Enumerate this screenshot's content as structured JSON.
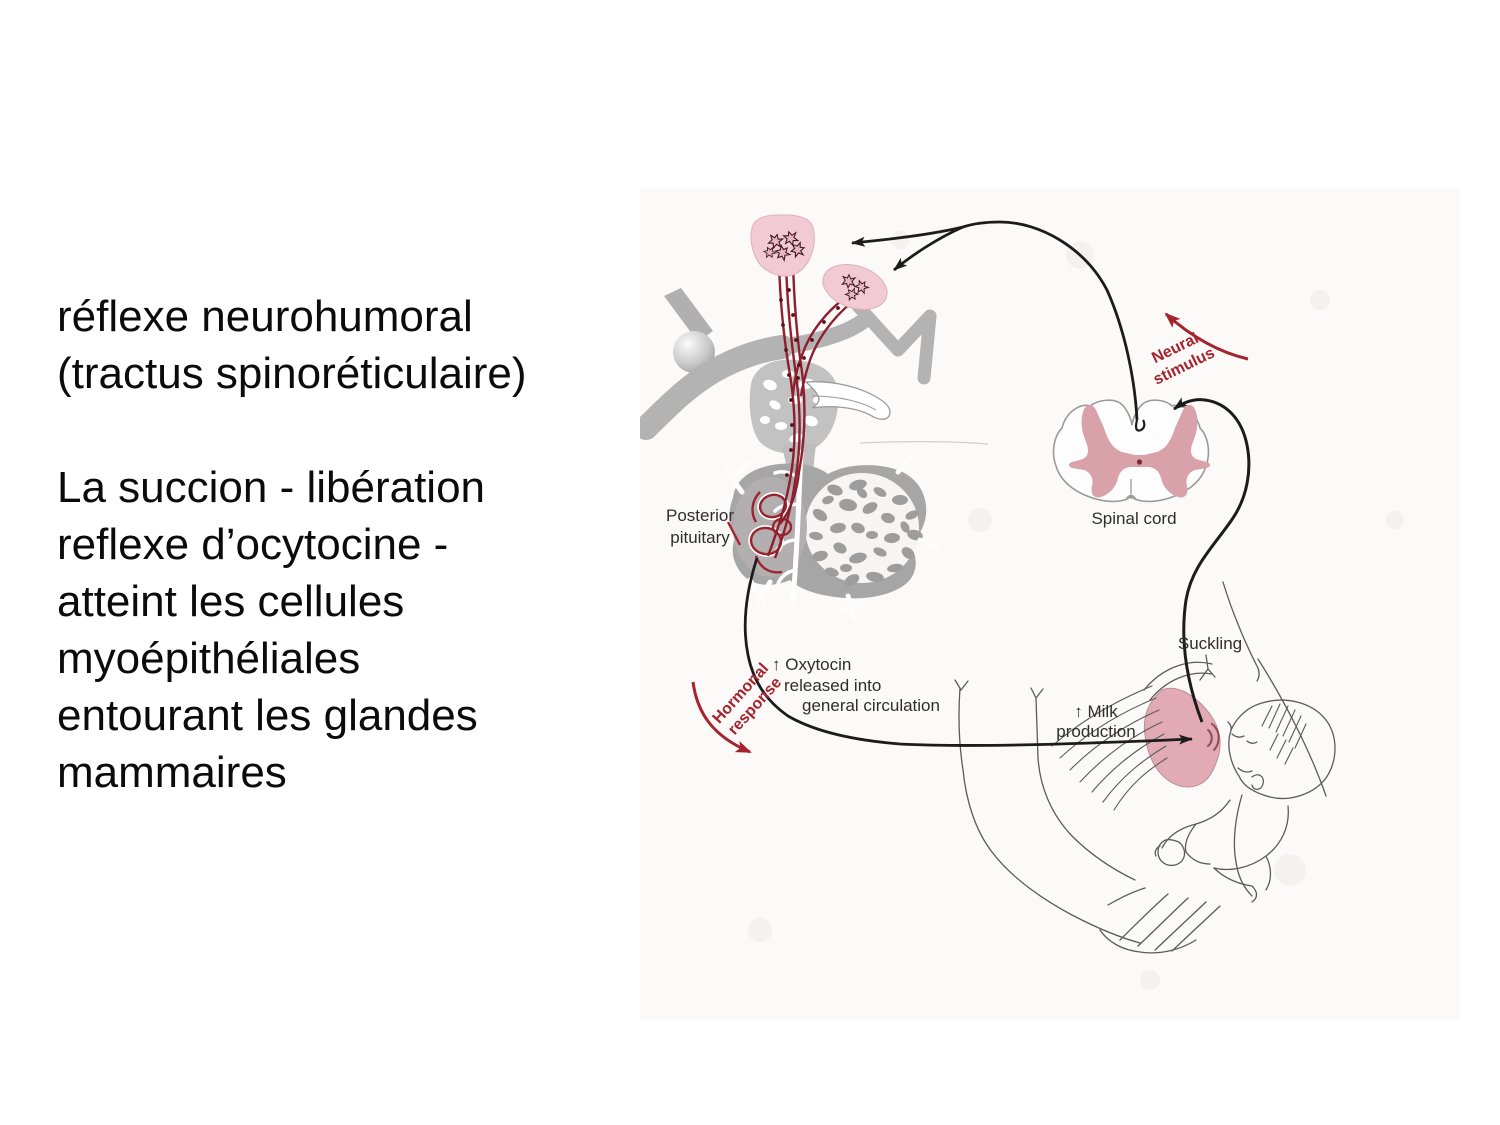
{
  "slide": {
    "text_lines": [
      "réflexe neurohumoral",
      "(tractus spinoréticulaire)",
      "",
      "La succion - libération",
      "reflexe d’ocytocine -",
      "atteint les cellules",
      "myoépithéliales",
      "entourant les glandes",
      "mammaires"
    ]
  },
  "diagram": {
    "labels": {
      "posterior_pituitary_1": "Posterior",
      "posterior_pituitary_2": "pituitary",
      "neural_stimulus_1": "Neural",
      "neural_stimulus_2": "stimulus",
      "spinal_cord": "Spinal cord",
      "oxytocin_1": "↑ Oxytocin",
      "oxytocin_2": "released into",
      "oxytocin_3": "general circulation",
      "hormonal_response_1": "Hormonal",
      "hormonal_response_2": "response",
      "suckling": "Suckling",
      "milk_production_1": "↑ Milk",
      "milk_production_2": "production"
    },
    "colors": {
      "accent_red": "#a5242e",
      "tract_red": "#8e1f2c",
      "nucleus_pink": "#f1cad3",
      "butterfly_pink": "#d9a2ab",
      "breast_pink": "#e2aab5",
      "anatomy_gray": "#b3b3b3",
      "line_black": "#1c1c1c"
    }
  }
}
